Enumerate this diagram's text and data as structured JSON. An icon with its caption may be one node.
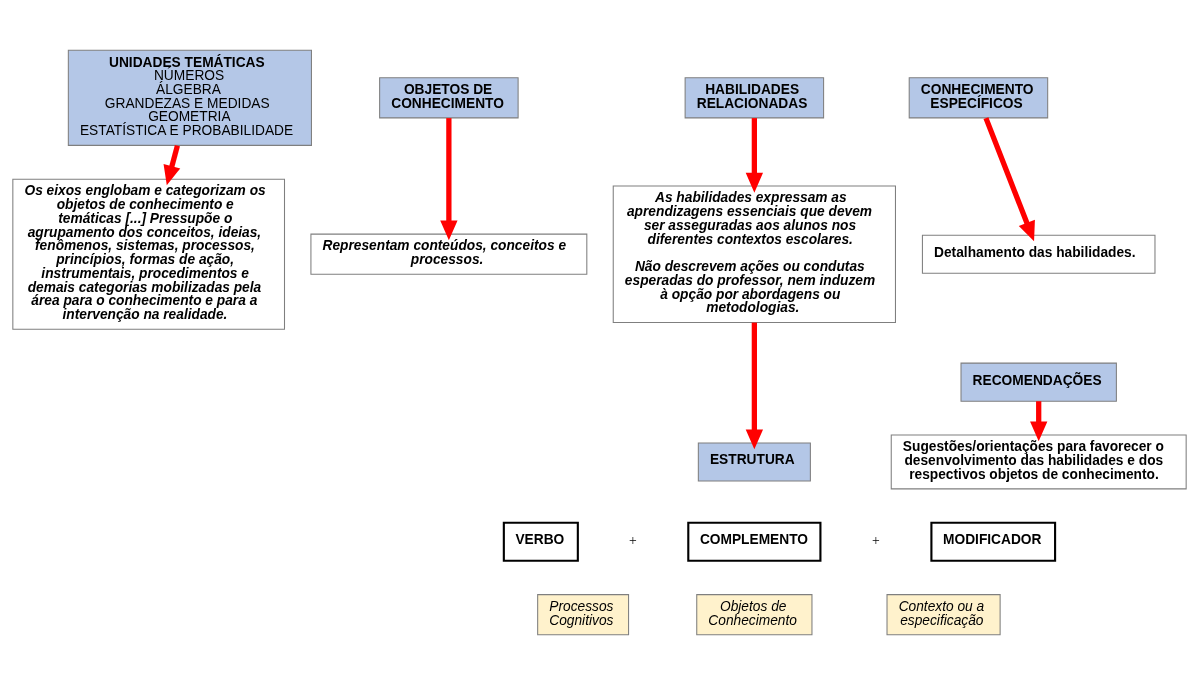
{
  "diagram": {
    "nodes": [
      {
        "text": [
          "UNIDADES TEMÁTICAS",
          "NÚMEROS",
          "ÁLGEBRA",
          "GRANDEZAS E MEDIDAS",
          "GEOMETRIA",
          "ESTATÍSTICA E PROBABILIDADE"
        ]
      },
      {
        "text": [
          "OBJETOS DE CONHECIMENTO"
        ]
      },
      {
        "text": [
          "HABILIDADES RELACIONADAS"
        ]
      },
      {
        "text": [
          "CONHECIMENTO ESPECÍFICOS"
        ]
      },
      {
        "text": [
          "Os eixos englobam e categorizam os objetos de conhecimento e temáticas [...] Pressupõe o agrupamento dos conceitos, ideias, fenômenos, sistemas, processos, princípios, formas de ação, instrumentais, procedimentos e demais categorias mobilizadas pela área para o conhecimento e para a intervenção na realidade."
        ]
      },
      {
        "text": [
          "Representam conteúdos, conceitos e processos."
        ]
      },
      {
        "text": [
          "As habilidades expressam as aprendizagens essenciais que devem ser asseguradas aos alunos nos diferentes contextos escolares.",
          "Não descrevem ações ou condutas esperadas do professor, nem induzem à opção por abordagens ou metodologias."
        ]
      },
      {
        "text": [
          "Detalhamento das habilidades."
        ]
      },
      {
        "text": [
          "RECOMENDAÇÕES"
        ]
      },
      {
        "text": [
          "Sugestões/orientações para favorecer o desenvolvimento das habilidades e dos respectivos objetos de conhecimento."
        ]
      },
      {
        "text": [
          "ESTRUTURA"
        ]
      },
      {
        "text": [
          "VERBO"
        ]
      },
      {
        "text": [
          "COMPLEMENTO"
        ]
      },
      {
        "text": [
          "MODIFICADOR"
        ]
      },
      {
        "text": [
          "Processos Cognitivos"
        ]
      },
      {
        "text": [
          "Objetos de Conhecimento"
        ]
      },
      {
        "text": [
          "Contexto ou a especificação"
        ]
      }
    ],
    "edges": [
      {
        "from": 0,
        "to": 4,
        "arrow": "to"
      },
      {
        "from": 1,
        "to": 5,
        "arrow": "to"
      },
      {
        "from": 2,
        "to": 6,
        "arrow": "to"
      },
      {
        "from": 3,
        "to": 7,
        "arrow": "to"
      },
      {
        "from": 8,
        "to": 9,
        "arrow": "to"
      },
      {
        "from": 6,
        "to": 10,
        "arrow": "to"
      }
    ],
    "labels": [
      "+",
      "+"
    ]
  }
}
